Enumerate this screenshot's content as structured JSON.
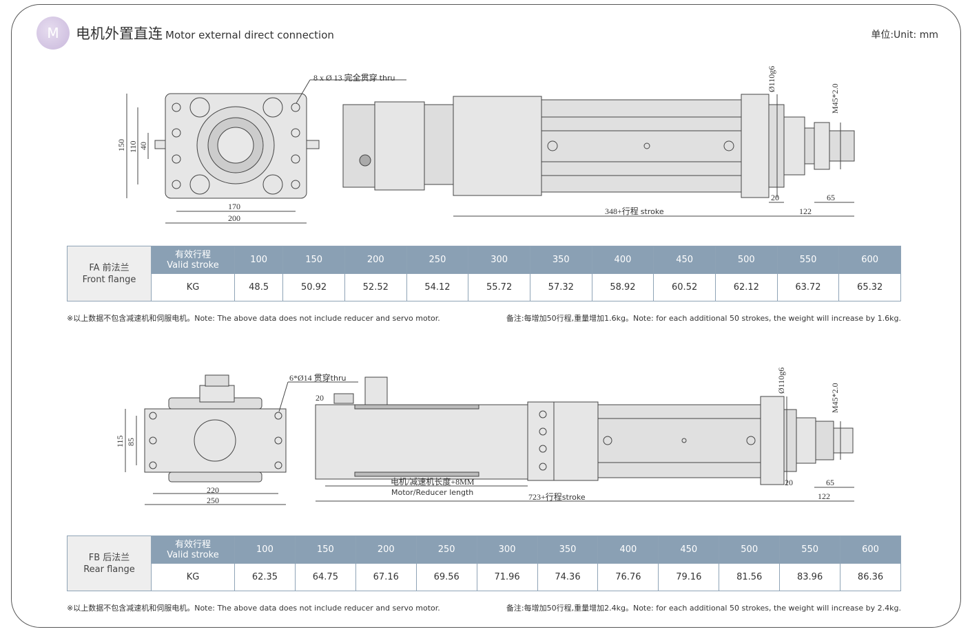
{
  "header": {
    "badge": "M",
    "title_cn": "电机外置直连",
    "title_en": "Motor external direct connection",
    "unit": "单位:Unit: mm"
  },
  "fa": {
    "drawing": {
      "holes": "8 x Ø 13 完全贯穿",
      "thru": "thru",
      "d150": "150",
      "d110": "110",
      "d40": "40",
      "d170": "170",
      "d200": "200",
      "shaft": "Ø110g6",
      "thread": "M45*2.0",
      "d20": "20",
      "d65": "65",
      "d122": "122",
      "stroke": "348+行程",
      "stroke_en": "stroke"
    },
    "table": {
      "label_cn": "FA 前法兰",
      "label_en": "Front flange",
      "hdr_cn": "有效行程",
      "hdr_en": "Valid stroke",
      "row_label": "KG",
      "strokes": [
        "100",
        "150",
        "200",
        "250",
        "300",
        "350",
        "400",
        "450",
        "500",
        "550",
        "600"
      ],
      "kg": [
        "48.5",
        "50.92",
        "52.52",
        "54.12",
        "55.72",
        "57.32",
        "58.92",
        "60.52",
        "62.12",
        "63.72",
        "65.32"
      ]
    },
    "note_left": "※以上数据不包含减速机和伺服电机。Note: The above data does not include reducer and servo motor.",
    "note_right": "备注:每增加50行程,重量增加1.6kg。Note: for each additional 50 strokes, the weight will increase by 1.6kg."
  },
  "fb": {
    "drawing": {
      "holes": "6*Ø14 贯穿",
      "thru": "thru",
      "d115": "115",
      "d85": "85",
      "d220": "220",
      "d250": "250",
      "d20a": "20",
      "motor_cn": "电机/减速机长度+8MM",
      "motor_en": "Motor/Reducer length",
      "stroke": "723+行程",
      "stroke_en": "stroke",
      "shaft": "Ø110g6",
      "thread": "M45*2.0",
      "d20": "20",
      "d65": "65",
      "d122": "122"
    },
    "table": {
      "label_cn": "FB 后法兰",
      "label_en": "Rear flange",
      "hdr_cn": "有效行程",
      "hdr_en": "Valid stroke",
      "row_label": "KG",
      "strokes": [
        "100",
        "150",
        "200",
        "250",
        "300",
        "350",
        "400",
        "450",
        "500",
        "550",
        "600"
      ],
      "kg": [
        "62.35",
        "64.75",
        "67.16",
        "69.56",
        "71.96",
        "74.36",
        "76.76",
        "79.16",
        "81.56",
        "83.96",
        "86.36"
      ]
    },
    "note_left": "※以上数据不包含减速机和伺服电机。Note: The above data does not include reducer and servo motor.",
    "note_right": "备注:每增加50行程,重量增加2.4kg。Note: for each additional 50 strokes, the weight will increase by 2.4kg."
  }
}
